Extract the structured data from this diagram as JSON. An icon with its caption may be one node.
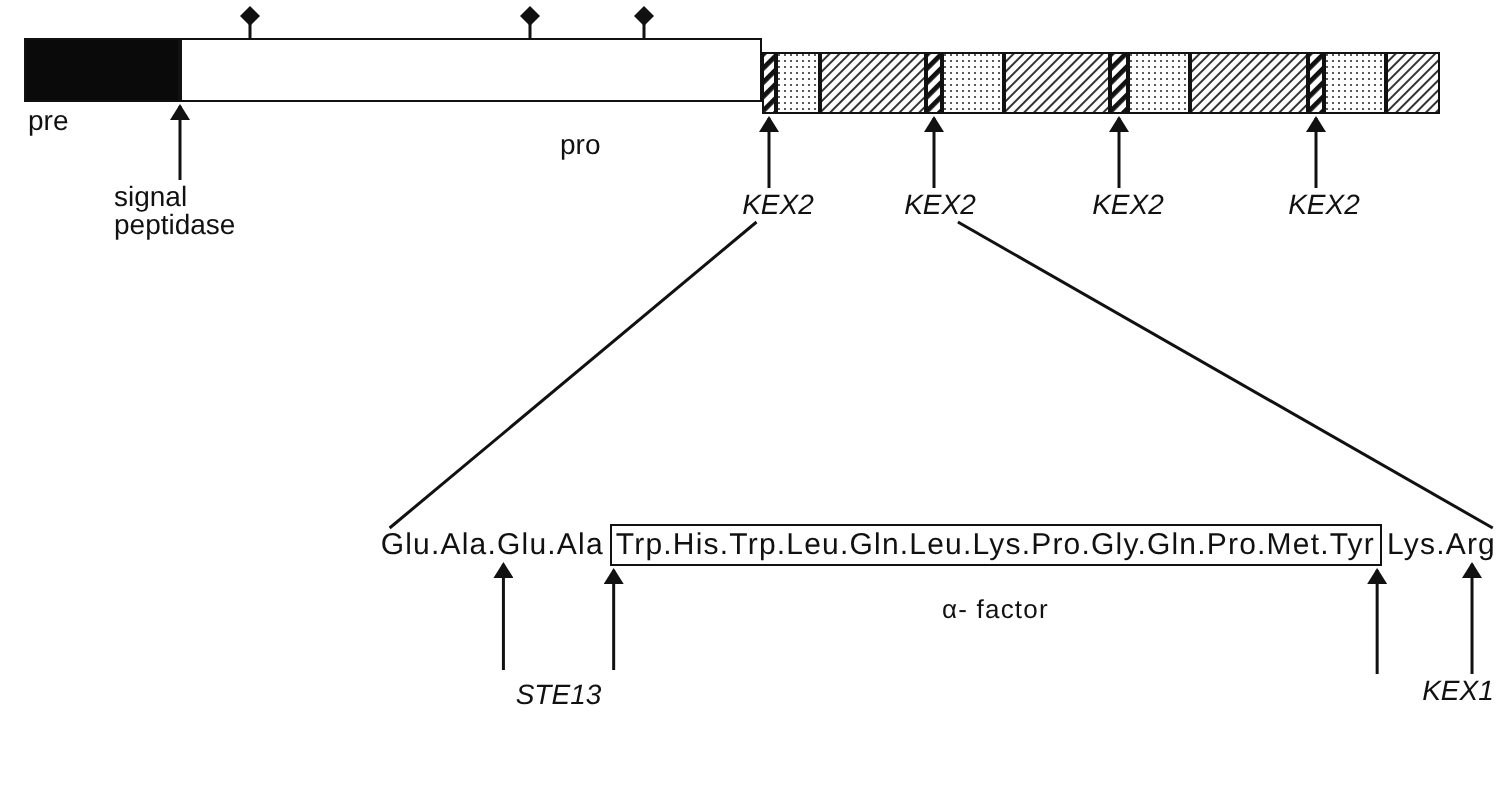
{
  "diagram": {
    "nodes": [
      {
        "text": [],
        "shape": "box",
        "beside": [
          "pre"
        ]
      },
      {
        "text": [],
        "shape": "box",
        "beside": [
          "pro"
        ]
      },
      {
        "text": [],
        "shape": "box"
      },
      {
        "text": [],
        "shape": "box"
      },
      {
        "text": [],
        "shape": "box"
      },
      {
        "text": [],
        "shape": "box"
      },
      {
        "text": [],
        "shape": "box"
      },
      {
        "text": [],
        "shape": "box"
      },
      {
        "text": [],
        "shape": "box"
      },
      {
        "text": [],
        "shape": "box"
      },
      {
        "text": [],
        "shape": "box"
      },
      {
        "text": [],
        "shape": "box"
      },
      {
        "text": [],
        "shape": "box"
      },
      {
        "text": [],
        "shape": "box"
      },
      {
        "text": [
          "signal peptidase"
        ]
      },
      {
        "text": [
          "KEX2"
        ]
      },
      {
        "text": [
          "KEX2"
        ]
      },
      {
        "text": [
          "KEX2"
        ]
      },
      {
        "text": [
          "KEX2"
        ]
      },
      {
        "text": [
          "Glu.Ala.Glu.Ala"
        ]
      },
      {
        "text": [
          "Trp.His.Trp.Leu.Gln.Leu.Lys.Pro.Gly.Gln.Pro.Met.Tyr"
        ],
        "beside": [
          "α- factor"
        ]
      },
      {
        "text": [
          "Lys.Arg"
        ]
      },
      {
        "text": [
          "STE13"
        ]
      },
      {
        "text": [
          "KEX1"
        ]
      }
    ],
    "edges": [
      {
        "from": 14,
        "to": 1,
        "arrow": "to"
      },
      {
        "from": 15,
        "to": 2,
        "arrow": "to"
      },
      {
        "from": 16,
        "to": 5,
        "arrow": "to"
      },
      {
        "from": 17,
        "to": 8,
        "arrow": "to"
      },
      {
        "from": 18,
        "to": 11,
        "arrow": "to"
      },
      {
        "from": 22,
        "to": 19,
        "arrow": "to"
      },
      {
        "from": 22,
        "to": 20,
        "arrow": "to"
      },
      {
        "from": 23,
        "to": 20,
        "arrow": "to"
      },
      {
        "from": 23,
        "to": 21,
        "arrow": "to"
      },
      {
        "from": 15,
        "to": 19,
        "arrow": "none"
      },
      {
        "from": 16,
        "to": 21,
        "arrow": "none"
      }
    ]
  }
}
